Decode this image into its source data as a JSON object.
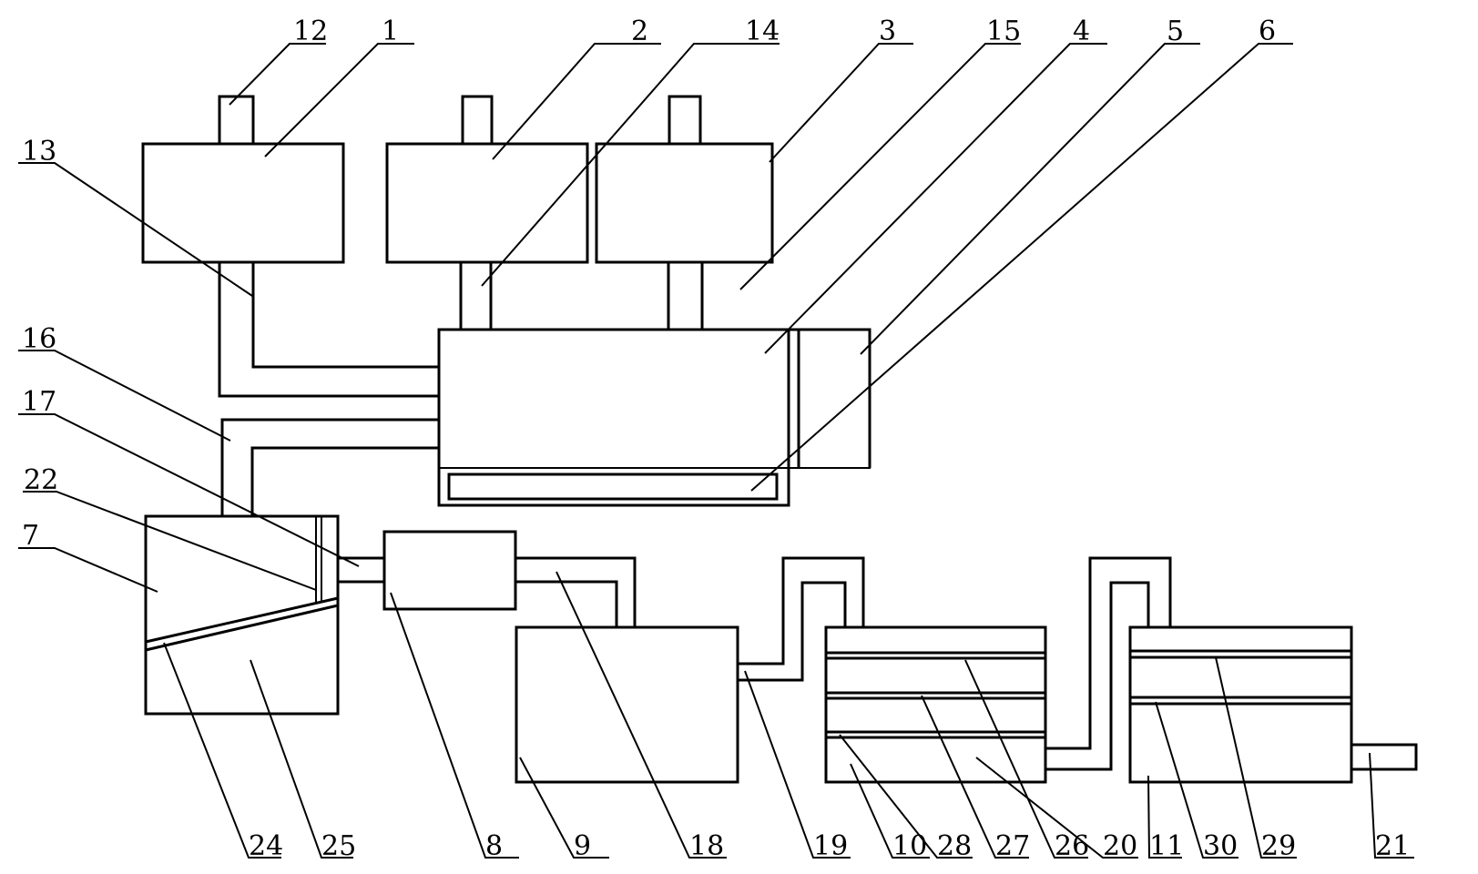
{
  "figure": {
    "type": "patent schematic diagram",
    "line_color": "#000000",
    "background": "#ffffff"
  },
  "labels": {
    "l1": "1",
    "l2": "2",
    "l3": "3",
    "l4": "4",
    "l5": "5",
    "l6": "6",
    "l7": "7",
    "l8": "8",
    "l9": "9",
    "l10": "10",
    "l11": "11",
    "l12": "12",
    "l13": "13",
    "l14": "14",
    "l15": "15",
    "l16": "16",
    "l17": "17",
    "l18": "18",
    "l19": "19",
    "l20": "20",
    "l21": "21",
    "l22": "22",
    "l24": "24",
    "l25": "25",
    "l26": "26",
    "l27": "27",
    "l28": "28",
    "l29": "29",
    "l30": "30"
  }
}
